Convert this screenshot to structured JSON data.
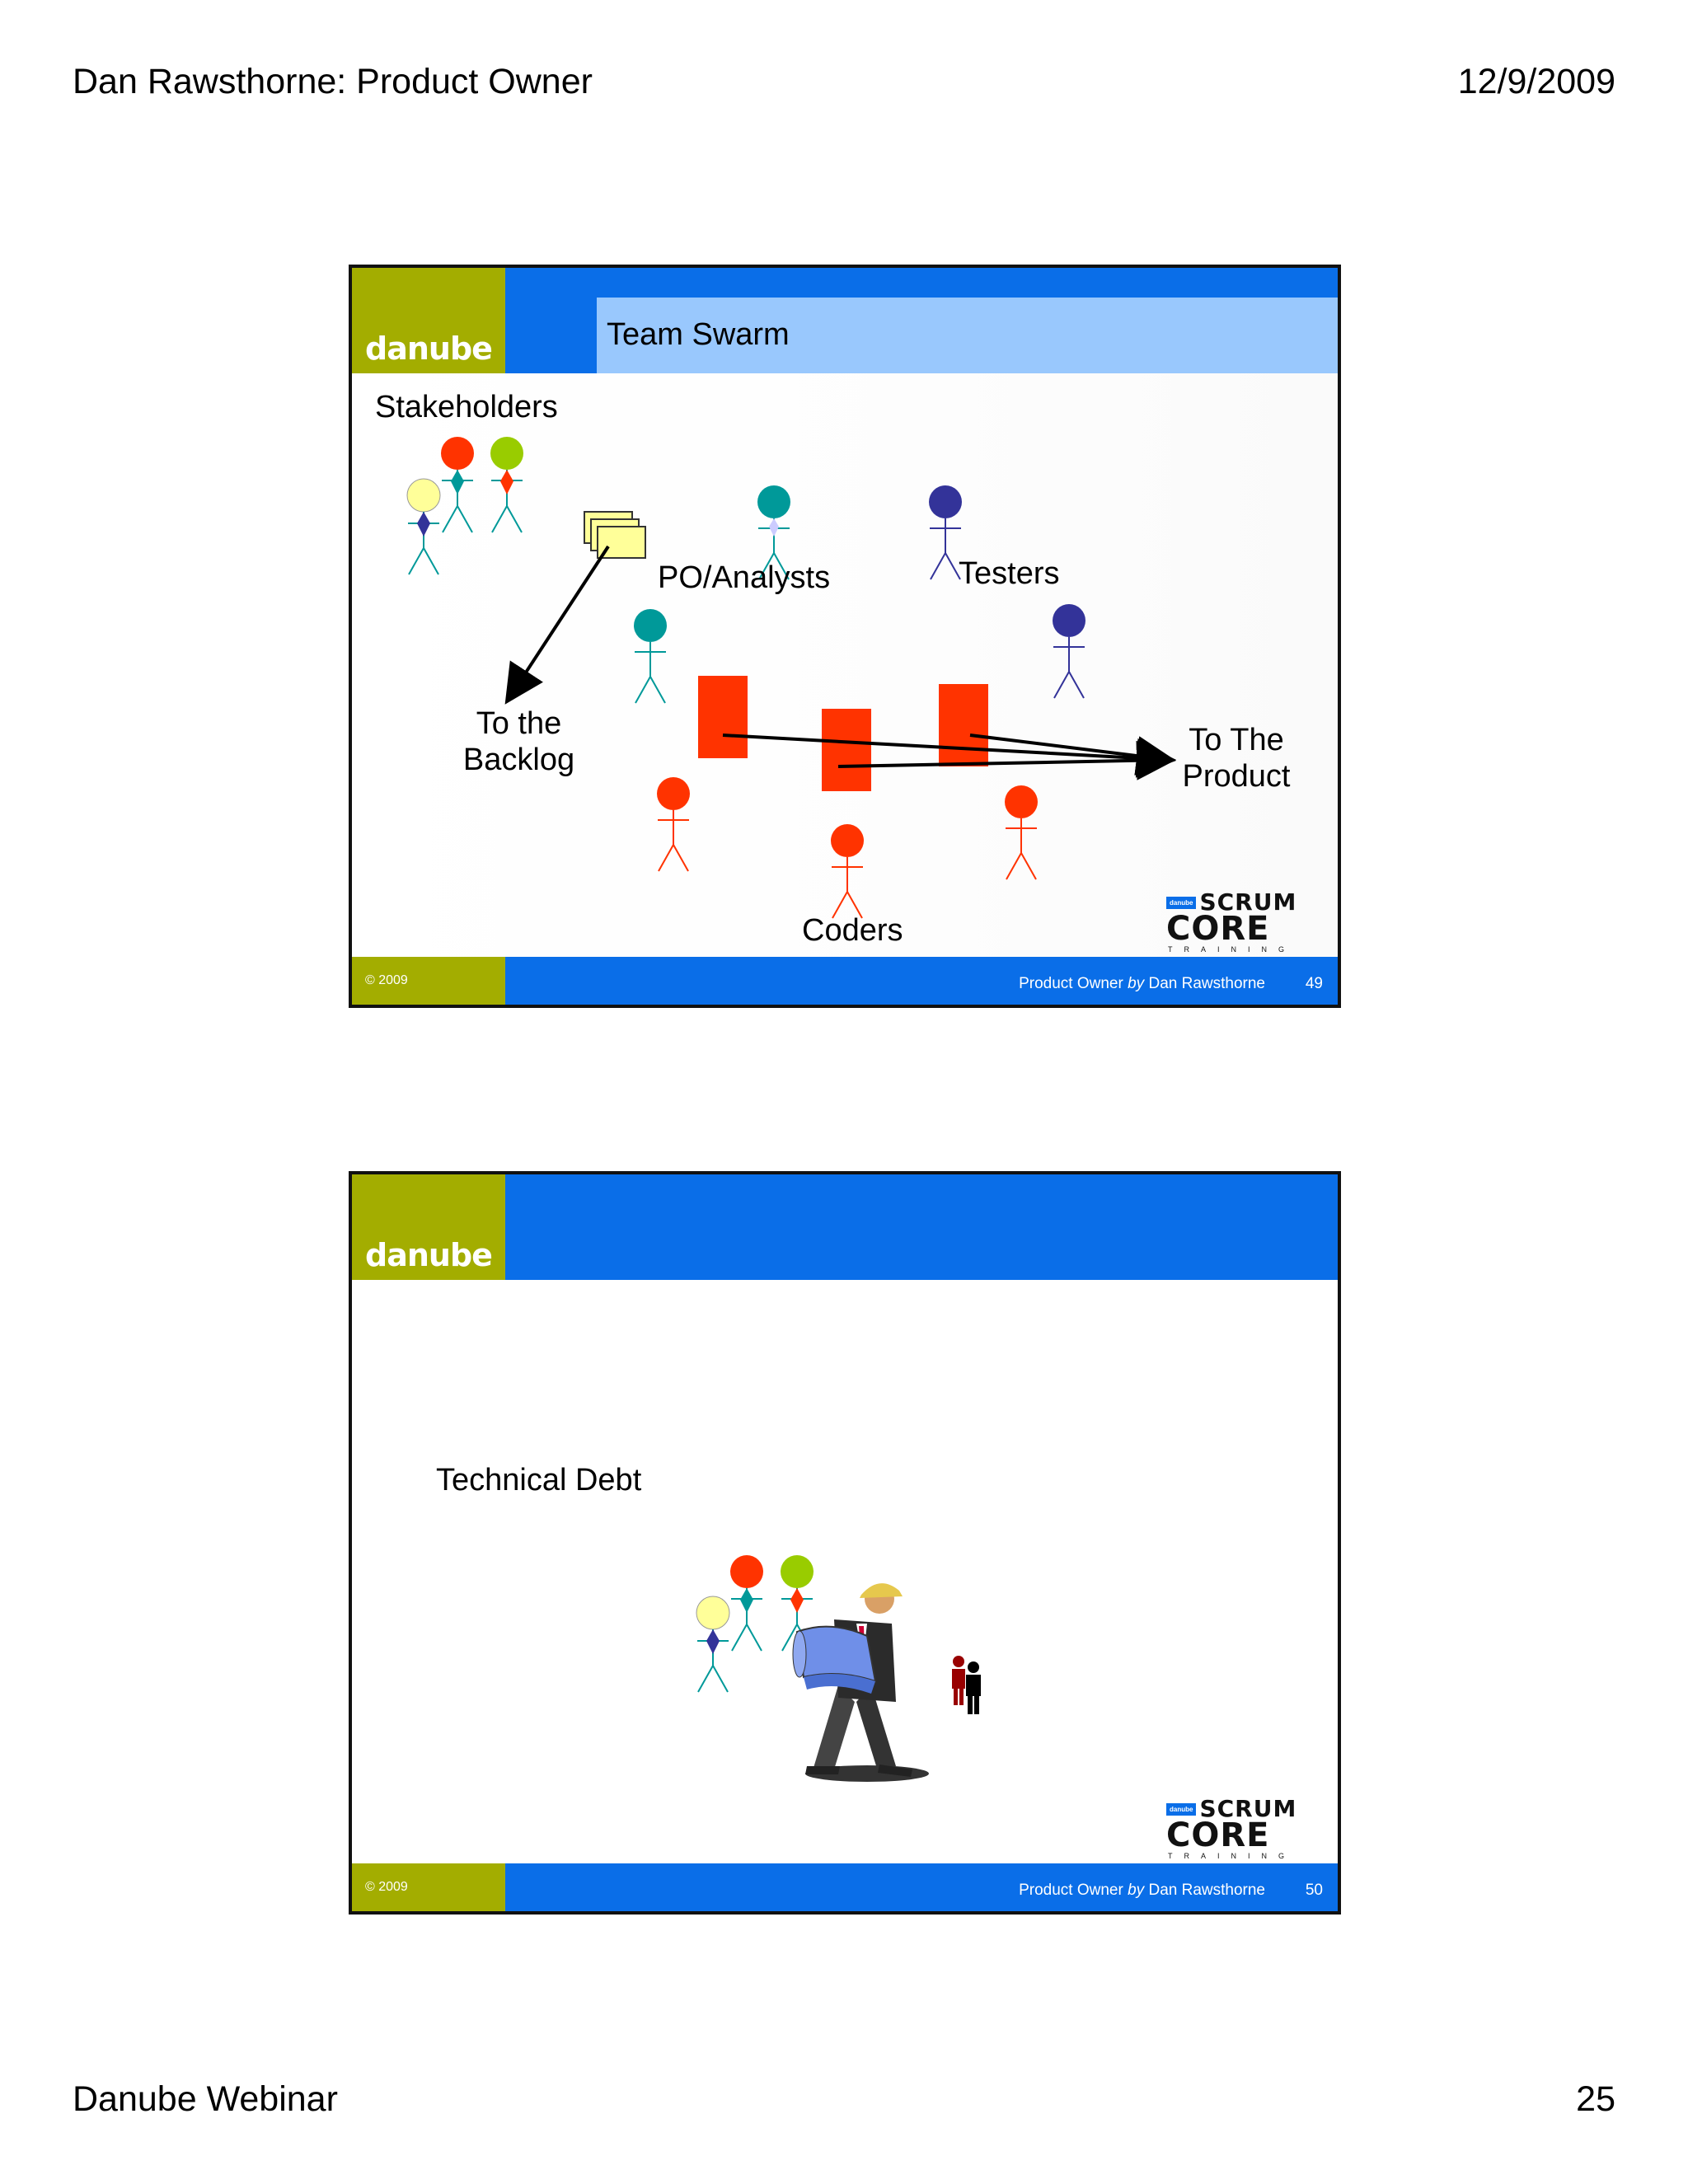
{
  "page": {
    "header_left": "Dan Rawsthorne: Product Owner",
    "header_right": "12/9/2009",
    "footer_left": "Danube Webinar",
    "footer_right": "25"
  },
  "brand": {
    "logo_text": "danube",
    "copyright": "© 2009",
    "credit_prefix": "Product Owner",
    "credit_by": "by",
    "credit_author": "Dan Rawsthorne",
    "scrum_badge": "danube",
    "scrum_word": "SCRUM",
    "scrum_core": "CORE",
    "scrum_training": "TRAINING",
    "colors": {
      "olive": "#a3ad00",
      "blue": "#0a6ee8",
      "light_blue": "#99c8fd",
      "red": "#ff3300",
      "teal": "#009999",
      "navy": "#333399",
      "lime": "#99cc00",
      "pale_yellow": "#ffff99"
    }
  },
  "slides": [
    {
      "title": "Team Swarm",
      "number": "49",
      "labels": {
        "stakeholders": "Stakeholders",
        "po_analysts": "PO/Analysts",
        "testers": "Testers",
        "to_the": "To the",
        "backlog": "Backlog",
        "to_the_product_1": "To The",
        "to_the_product_2": "Product",
        "coders": "Coders"
      }
    },
    {
      "title": "",
      "number": "50",
      "labels": {
        "technical_debt": "Technical Debt"
      }
    }
  ]
}
